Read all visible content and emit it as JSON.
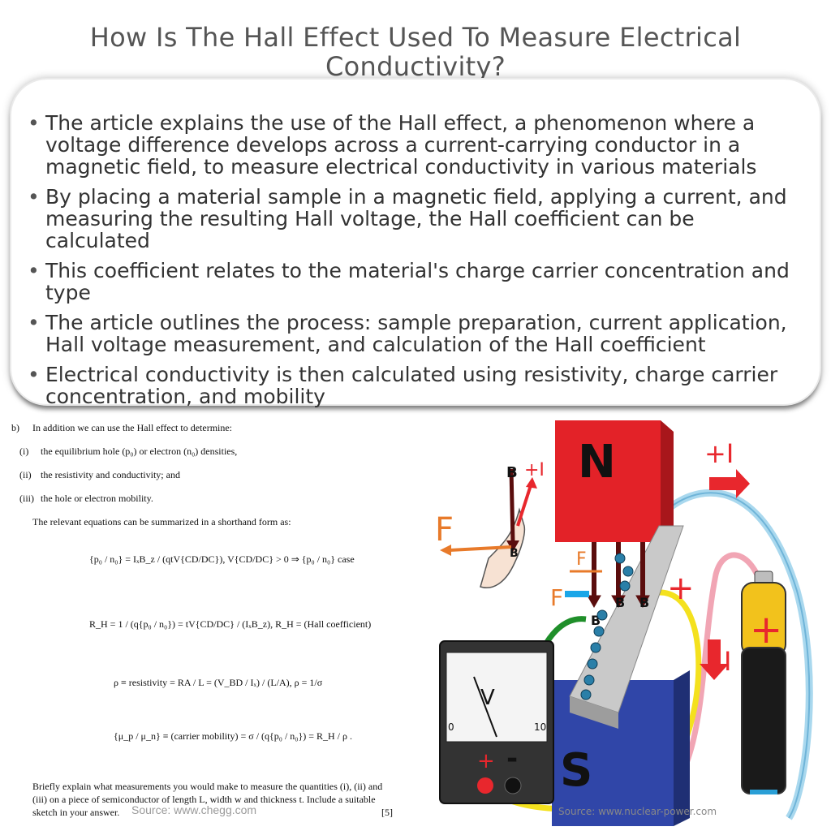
{
  "title": "How Is The Hall Effect Used To Measure Electrical Conductivity?",
  "bullets": [
    "The article explains the use of the Hall effect, a phenomenon where a voltage difference develops across a current-carrying conductor in a magnetic field, to measure electrical conductivity in various materials",
    "By placing a material sample in a magnetic field, applying a current, and measuring the resulting Hall voltage, the Hall coefficient can be calculated",
    "This coefficient relates to the material's charge carrier concentration and type",
    "The article outlines the process: sample preparation, current application, Hall voltage measurement, and calculation of the Hall coefficient",
    "Electrical conductivity is then calculated using resistivity, charge carrier concentration, and mobility"
  ],
  "document": {
    "marker": "b)",
    "intro": "In addition we can use the Hall effect to determine:",
    "items": [
      {
        "num": "(i)",
        "text": "the equilibrium hole (p₀) or electron (n₀) densities,"
      },
      {
        "num": "(ii)",
        "text": "the resistivity and conductivity; and"
      },
      {
        "num": "(iii)",
        "text": "the hole or electron mobility."
      }
    ],
    "summary": "The relevant equations can be summarized in a shorthand form as:",
    "eq1": "{p₀ / n₀} = IₓB_z / (qtV{CD/DC}),   V{CD/DC} > 0  ⇒  {p₀ / n₀} case",
    "eq2": "R_H = 1 / (q{p₀ / n₀}) = tV{CD/DC} / (IₓB_z),   R_H = (Hall coefficient)",
    "eq3": "ρ ≡ resistivity = RA / L = (V_BD / Iₓ) / (L/A),   ρ = 1/σ",
    "eq4": "{μ_p / μ_n} ≡ (carrier mobility) = σ / (q{p₀ / n₀}) = R_H / ρ .",
    "question_1": "Briefly explain what measurements you would make to measure the quantities (i), (ii) and",
    "question_2": "(iii) on a piece of semiconductor of length L, width w and thickness t. Include a suitable",
    "question_3": "sketch in your answer.",
    "marks": "[5]",
    "source": "Source: www.chegg.com"
  },
  "diagram": {
    "magnet_north": "N",
    "magnet_south": "S",
    "force_label": "F",
    "field_label": "B",
    "current_label": "+I",
    "current_label_plain": "I",
    "plus_sign": "+",
    "minus_sign": "-",
    "meter_label": "V",
    "meter_min": "0",
    "meter_max": "10",
    "source": "Source: www.nuclear-power.com",
    "colors": {
      "magnet_north": "#e32228",
      "magnet_south": "#3046a8",
      "battery_body": "#f2c21c",
      "arrow_red": "#e8272d",
      "arrow_orange": "#e87a2a",
      "wire_blue": "#a9d8ee",
      "wire_pink": "#f1a5b4",
      "wire_yellow": "#f4e11e",
      "wire_green": "#1f8f2a"
    }
  }
}
